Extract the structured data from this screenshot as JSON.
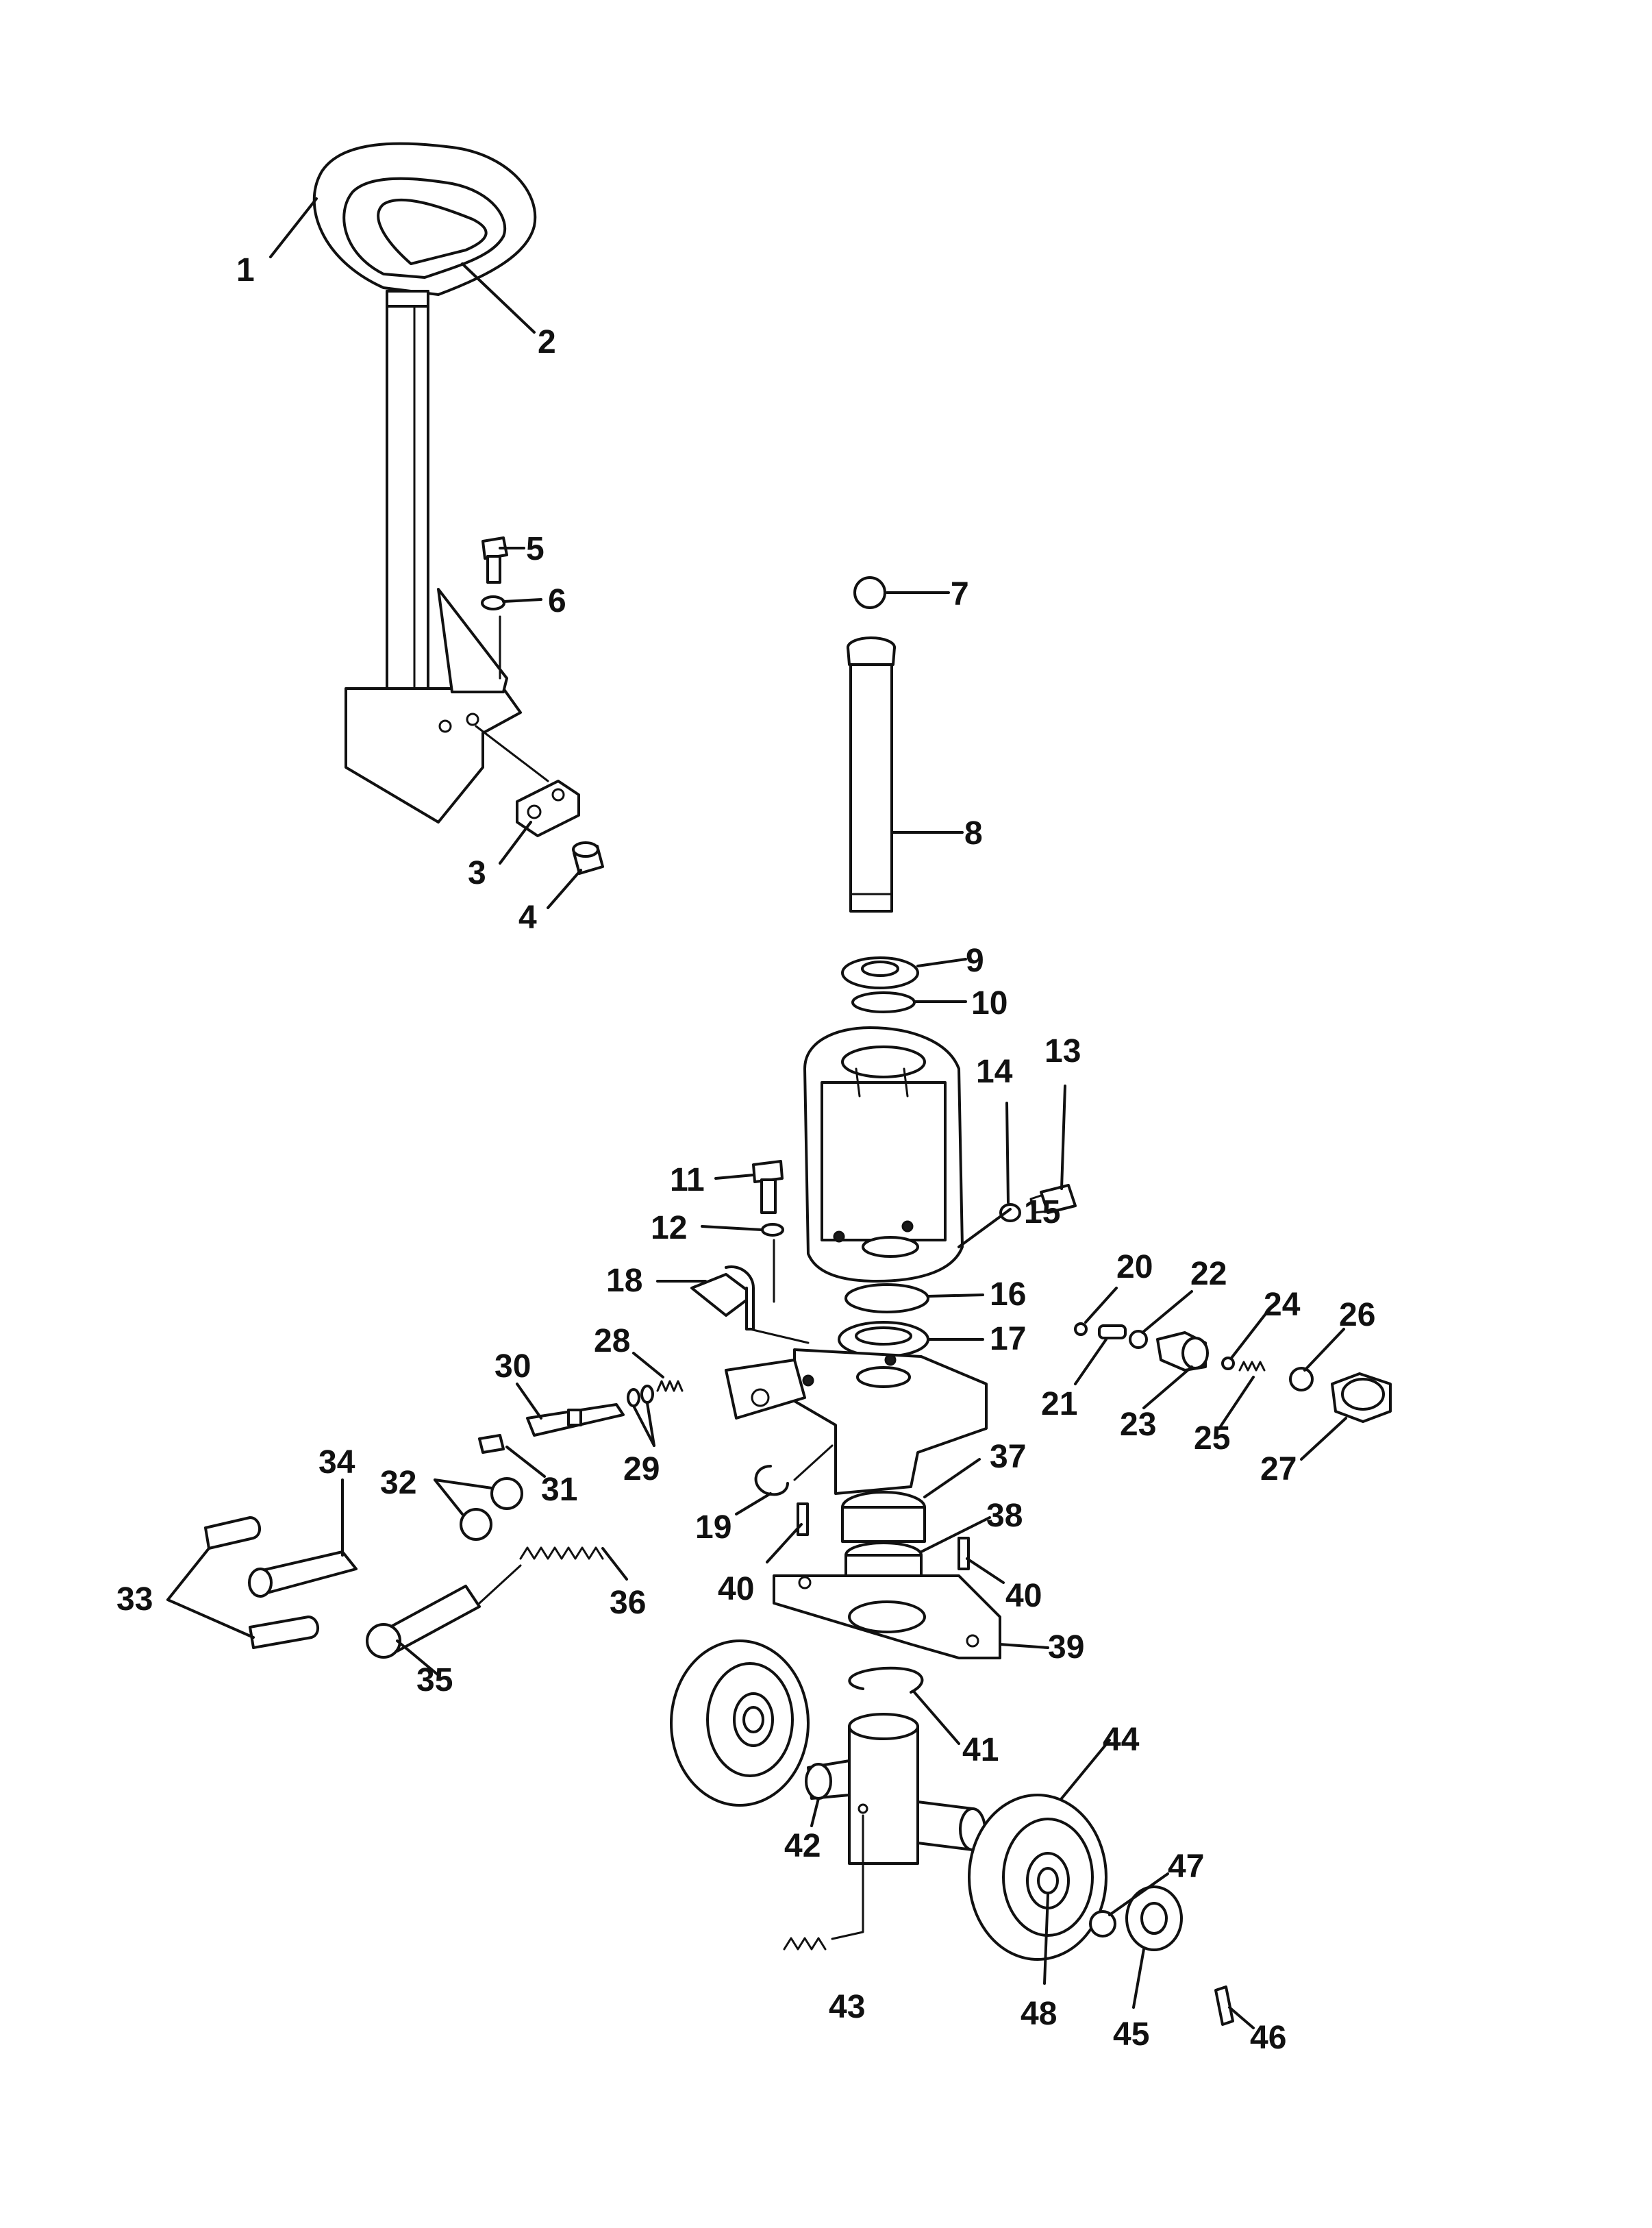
{
  "colors": {
    "ink": "#111111",
    "paper": "#ffffff"
  },
  "callouts": [
    {
      "label": "1"
    },
    {
      "label": "2"
    },
    {
      "label": "3"
    },
    {
      "label": "4"
    },
    {
      "label": "5"
    },
    {
      "label": "6"
    },
    {
      "label": "7"
    },
    {
      "label": "8"
    },
    {
      "label": "9"
    },
    {
      "label": "10"
    },
    {
      "label": "11"
    },
    {
      "label": "12"
    },
    {
      "label": "13"
    },
    {
      "label": "14"
    },
    {
      "label": "15"
    },
    {
      "label": "16"
    },
    {
      "label": "17"
    },
    {
      "label": "18"
    },
    {
      "label": "19"
    },
    {
      "label": "20"
    },
    {
      "label": "21"
    },
    {
      "label": "22"
    },
    {
      "label": "23"
    },
    {
      "label": "24"
    },
    {
      "label": "25"
    },
    {
      "label": "26"
    },
    {
      "label": "27"
    },
    {
      "label": "28"
    },
    {
      "label": "29"
    },
    {
      "label": "30"
    },
    {
      "label": "31"
    },
    {
      "label": "32"
    },
    {
      "label": "33"
    },
    {
      "label": "34"
    },
    {
      "label": "35"
    },
    {
      "label": "36"
    },
    {
      "label": "37"
    },
    {
      "label": "38"
    },
    {
      "label": "39"
    },
    {
      "label": "40"
    },
    {
      "label": "40"
    },
    {
      "label": "41"
    },
    {
      "label": "42"
    },
    {
      "label": "43"
    },
    {
      "label": "44"
    },
    {
      "label": "45"
    },
    {
      "label": "46"
    },
    {
      "label": "47"
    },
    {
      "label": "48"
    }
  ]
}
